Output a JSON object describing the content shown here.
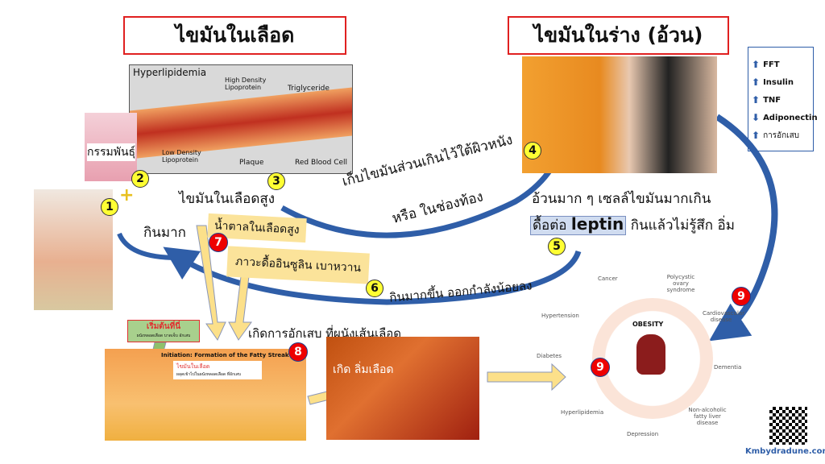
{
  "titles": {
    "blood_fat": "ไขมันในเลือด",
    "body_fat": "ไขมันในร่าง (อ้วน)"
  },
  "hyperlipidemia": {
    "title": "Hyperlipidemia",
    "labels": [
      "High Density Lipoprotein",
      "Triglyceride",
      "Low Density Lipoprotein",
      "Plaque",
      "Red Blood Cell"
    ]
  },
  "legend": [
    {
      "icon": "arrow-up",
      "label": "FFT"
    },
    {
      "icon": "arrow-up",
      "label": "Insulin"
    },
    {
      "icon": "arrow-up",
      "label": "TNF"
    },
    {
      "icon": "arrow-down",
      "label": "Adiponectin"
    },
    {
      "icon": "arrow-up",
      "label": "การอักเสบ"
    }
  ],
  "labels": {
    "genetics": "กรรมพันธุ์",
    "plus": "+",
    "high_blood_fat": "ไขมันในเลือดสูง",
    "eat_much": "กินมาก",
    "high_sugar": "น้ำตาลในเลือดสูง",
    "insulin_resist": "ภาวะดื้ออินซูลิน เบาหวาน",
    "store_fat_1": "เก็บไขมันส่วนเกินไว้ใต้ผิวหนัง",
    "store_fat_2": "หรือ ในช่องท้อง",
    "obese_1": "อ้วนมาก ๆ เซลล์ไขมันมากเกิน",
    "leptin_prefix": "ดื้อต่อ ",
    "leptin": "leptin",
    "obese_2": " กินแล้วไม่รู้สึก อิ่ม",
    "eat_more": "กินมากขึ้น ออกกำลังน้อยลง",
    "inflammation": "เกิดการอักเสบ ที่ผนังเส้นเลือด",
    "start_here": "เริ่มต้นที่นี่",
    "start_sub": "ผนังหลอดเลือด บาดเจ็บ อักเสบ",
    "fatty_streak": "Initiation: Formation of the Fatty Streak",
    "fs_red": "ไขมันในเลือด",
    "fs_sub": "ผลุดเข้าไปในผนังหลอดเลือด ที่อักเสบ",
    "clot": "เกิด ลิ่มเลือด",
    "website": "Kmbydradune.com"
  },
  "obesity": {
    "center": "OBESITY",
    "conditions": [
      "Cancer",
      "Polycystic ovary syndrome",
      "Cardiovascular disease",
      "Dementia",
      "Non-alcoholic fatty liver disease",
      "Depression",
      "Hyperlipidemia",
      "Diabetes",
      "Hypertension"
    ]
  },
  "steps": [
    "1",
    "2",
    "3",
    "4",
    "5",
    "6",
    "7",
    "8",
    "9",
    "9"
  ]
}
